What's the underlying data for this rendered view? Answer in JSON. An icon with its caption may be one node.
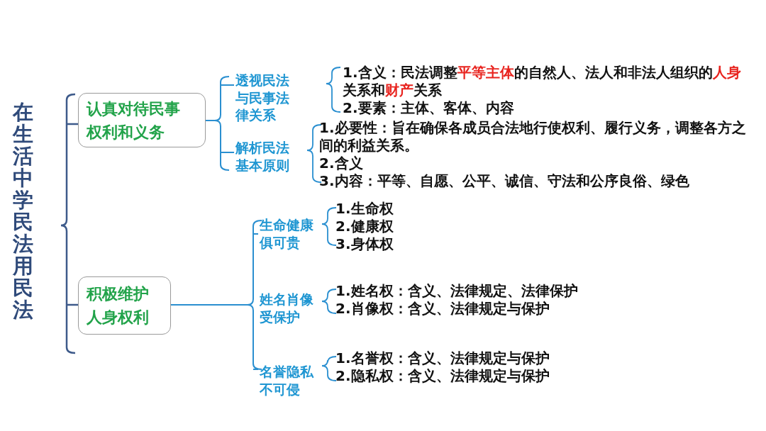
{
  "diagram": {
    "title": "在生活中学民法用民法",
    "nodes": [
      {
        "text": [
          "认真对待民事权利和义务"
        ]
      },
      {
        "text": [
          "积极维护人身权利"
        ]
      }
    ],
    "labels": [
      "透视民法与民事法律关系",
      "1.含义：民法调整**平等主体**的自然人、法人和非法人组织的**人身**关系和**财产**关系",
      "2.要素：主体、客体、内容",
      "解析民法基本原则",
      "1.必要性：旨在确保各成员合法地行使权利、履行义务，调整各方之间的利益关系。",
      "2.含义",
      "3.内容：平等、自愿、公平、诚信、守法和公序良俗、绿色",
      "生命健康俱可贵",
      "1.生命权",
      "2.健康权",
      "3.身体权",
      "姓名肖像受保护",
      "1.姓名权：含义、法律规定、法律保护",
      "2.肖像权：含义、法律规定与保护",
      "名誉隐私不可侵",
      "1.名誉权：含义、法律规定与保护",
      "2.隐私权：含义、法律规定与保护"
    ]
  }
}
